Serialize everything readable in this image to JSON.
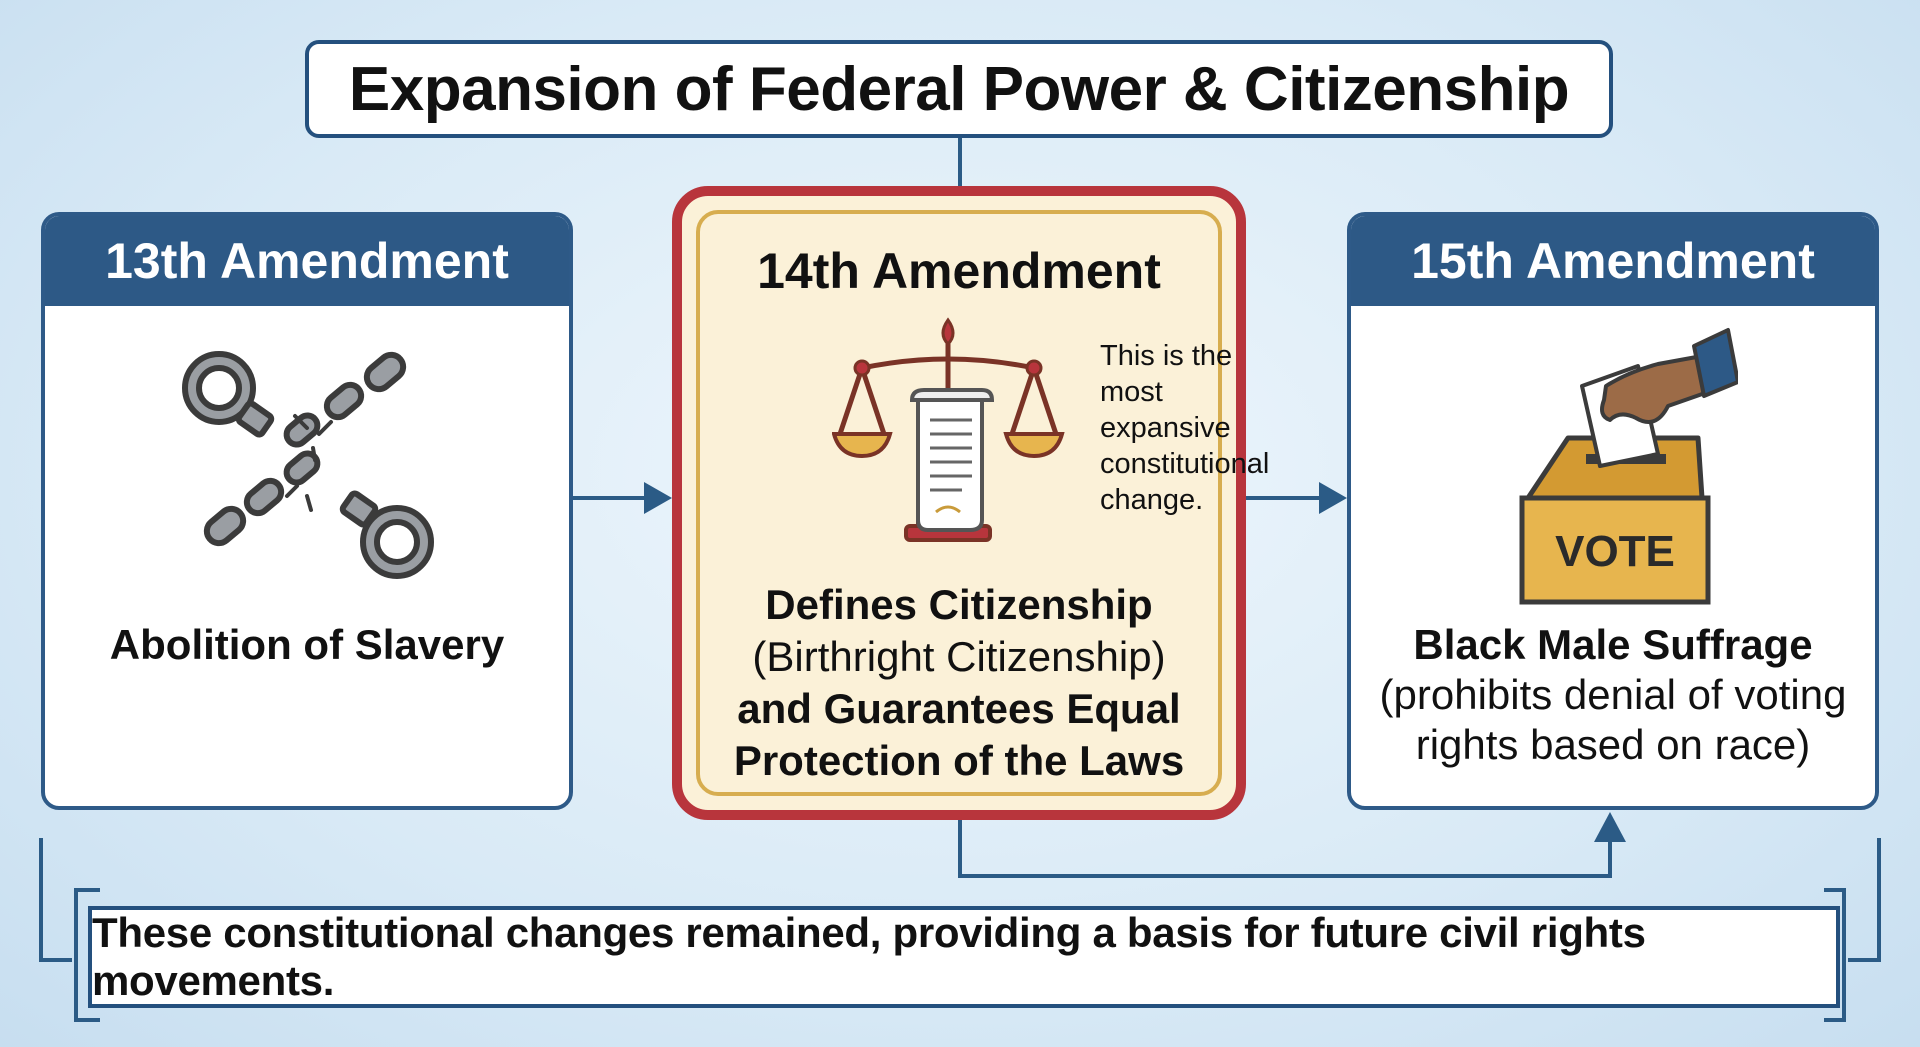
{
  "title": "Expansion of Federal Power & Citizenship",
  "cards": {
    "left": {
      "heading": "13th Amendment",
      "label": "Abolition of Slavery"
    },
    "center": {
      "heading": "14th Amendment",
      "line1": "Defines Citizenship",
      "line2": "(Birthright Citizenship)",
      "line3": "and Guarantees Equal",
      "line4": "Protection of the Laws"
    },
    "right": {
      "heading": "15th Amendment",
      "label": "Black Male Suffrage",
      "detail1": "(prohibits denial of voting",
      "detail2": "rights based on race)",
      "ballot_box_label": "VOTE"
    }
  },
  "callout": {
    "line1": "This is the",
    "line2": "most expansive",
    "line3": "constitutional",
    "line4": "change."
  },
  "footer": "These constitutional changes remained, providing a basis for future civil rights movements.",
  "icons": {
    "left": "broken-chain-shackles-icon",
    "center": "scales-of-justice-with-scroll-icon",
    "right": "ballot-box-vote-icon"
  },
  "colors": {
    "navy": "#2d5986",
    "arrow": "#2b5b86",
    "center_border": "#b8353c",
    "center_fill": "#fbf1d8",
    "gold": "#d7ad4f",
    "ballot_box": "#e7b54e"
  }
}
